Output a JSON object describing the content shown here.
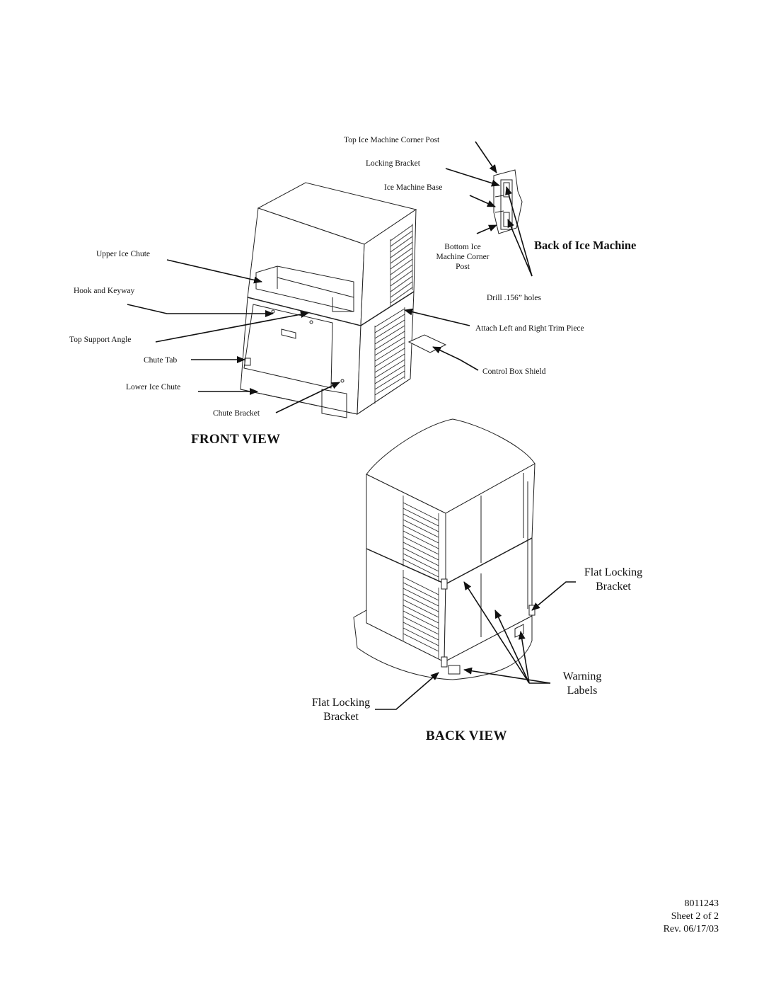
{
  "front_view": {
    "title": "FRONT VIEW",
    "labels": {
      "upper_ice_chute": "Upper Ice Chute",
      "hook_and_keyway": "Hook and Keyway",
      "top_support_angle": "Top Support Angle",
      "chute_tab": "Chute Tab",
      "lower_ice_chute": "Lower Ice Chute",
      "chute_bracket": "Chute Bracket",
      "attach_trim_piece": "Attach Left and Right Trim Piece",
      "control_box_shield": "Control Box Shield"
    }
  },
  "back_of_machine_detail": {
    "title": "Back of Ice Machine",
    "labels": {
      "top_corner_post": "Top Ice Machine Corner Post",
      "locking_bracket": "Locking Bracket",
      "machine_base": "Ice Machine Base",
      "bottom_corner_post_1": "Bottom Ice",
      "bottom_corner_post_2": "Machine Corner",
      "bottom_corner_post_3": "Post",
      "drill_holes": "Drill .156” holes"
    }
  },
  "back_view": {
    "title": "BACK VIEW",
    "labels": {
      "flat_locking_bracket_right_1": "Flat Locking",
      "flat_locking_bracket_right_2": "Bracket",
      "warning_labels_1": "Warning",
      "warning_labels_2": "Labels",
      "flat_locking_bracket_left_1": "Flat Locking",
      "flat_locking_bracket_left_2": "Bracket"
    }
  },
  "footer": {
    "part_number": "8011243",
    "sheet": "Sheet 2 of 2",
    "revision": "Rev. 06/17/03"
  }
}
